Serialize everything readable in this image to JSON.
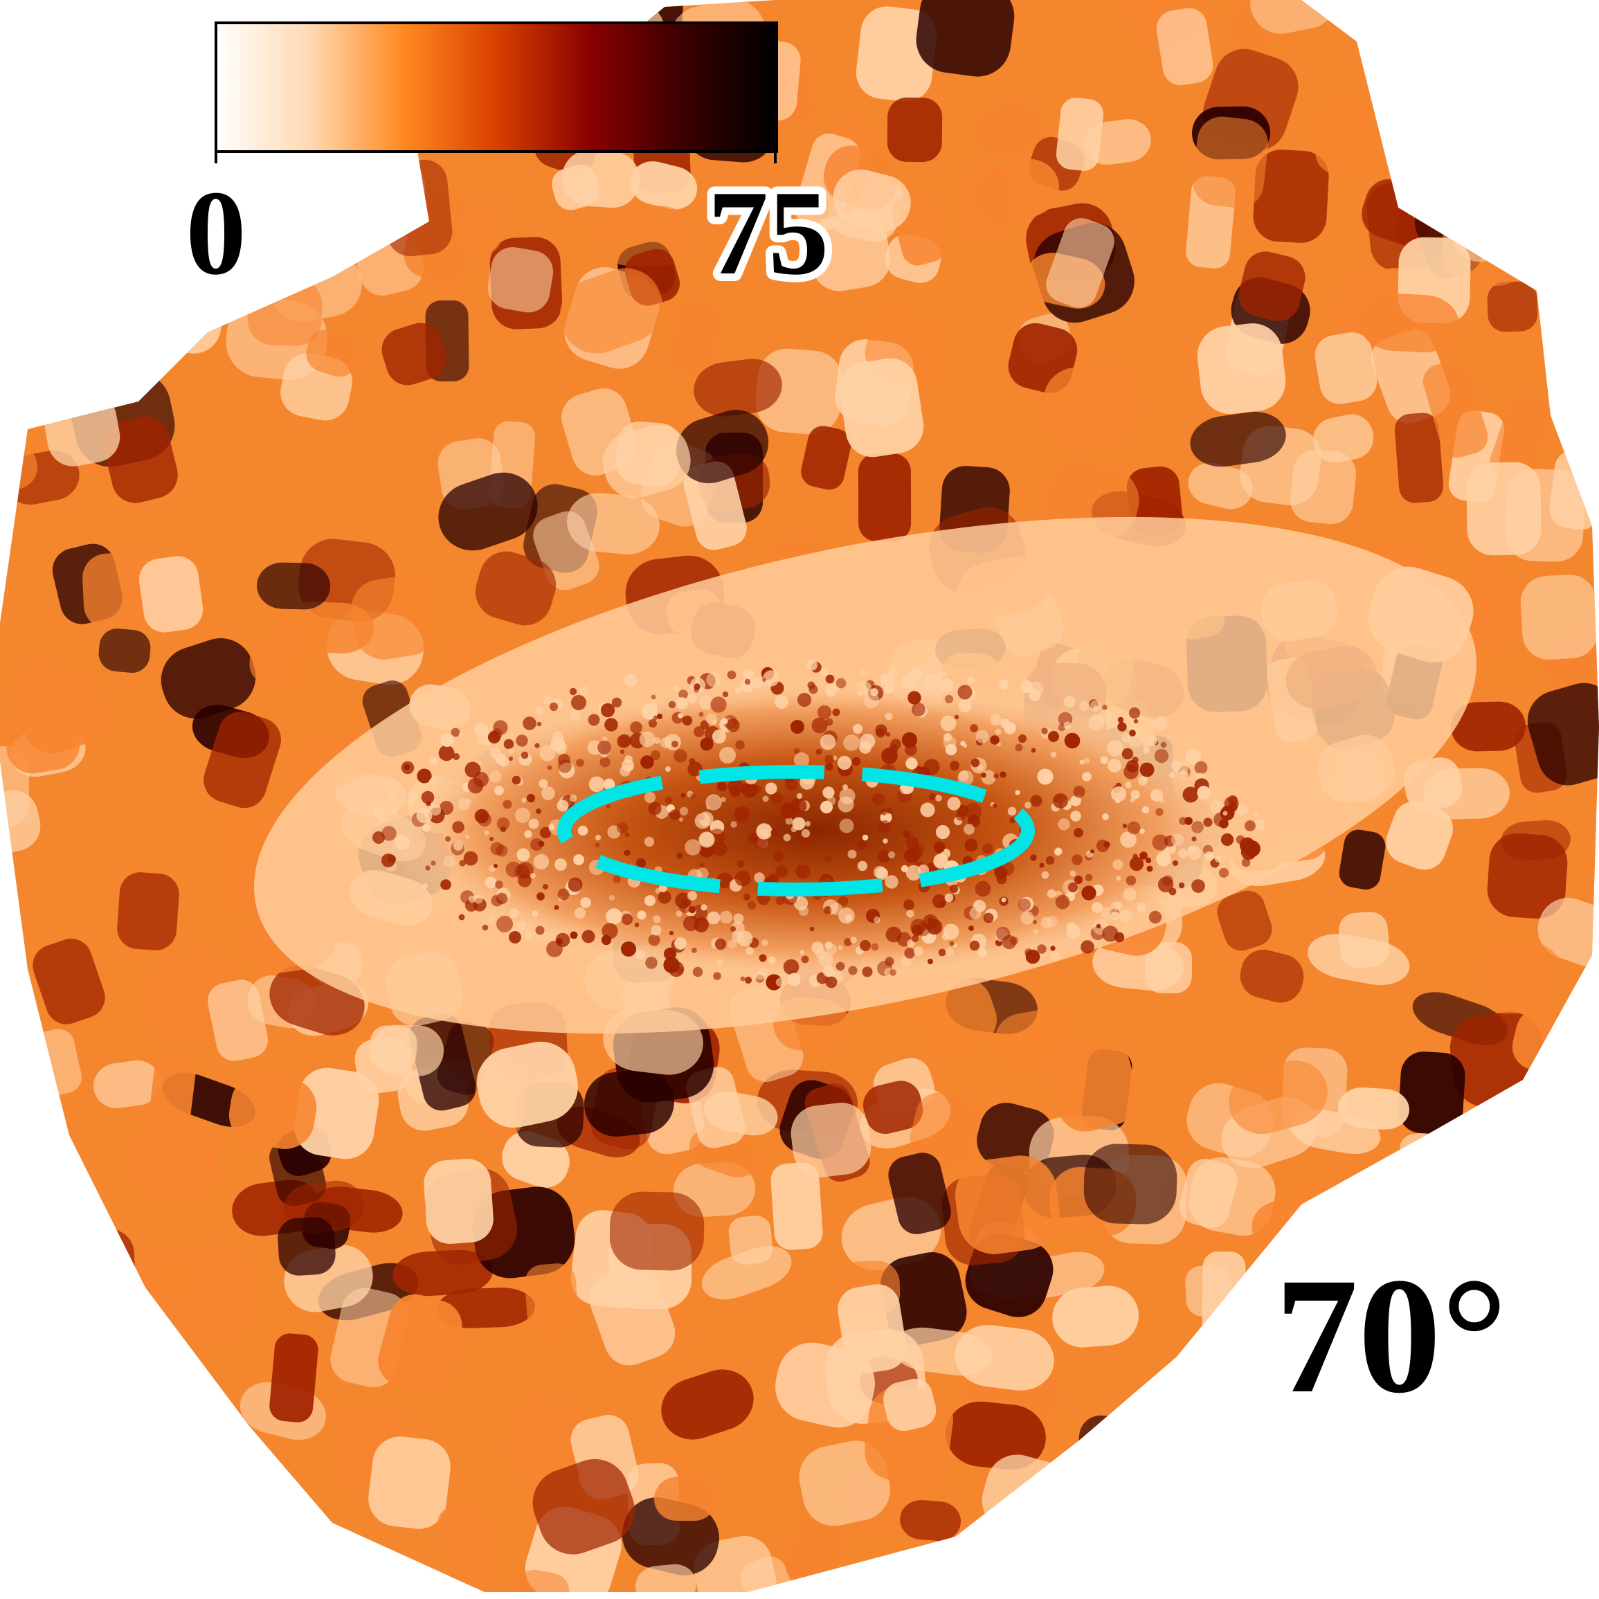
{
  "colorbar": {
    "min_label": "0",
    "max_label": "75",
    "stops": [
      "#ffffff",
      "#ffd9b3",
      "#ff8a20",
      "#d84000",
      "#8a0000",
      "#3a0000",
      "#000000"
    ]
  },
  "angle_label": "70°",
  "ellipse_color": "#00e5e5",
  "map_colors": {
    "background": "#ffffff",
    "light": "#ffd2a6",
    "mid": "#f7842f",
    "dark": "#a02400",
    "darkest": "#2a0000"
  }
}
